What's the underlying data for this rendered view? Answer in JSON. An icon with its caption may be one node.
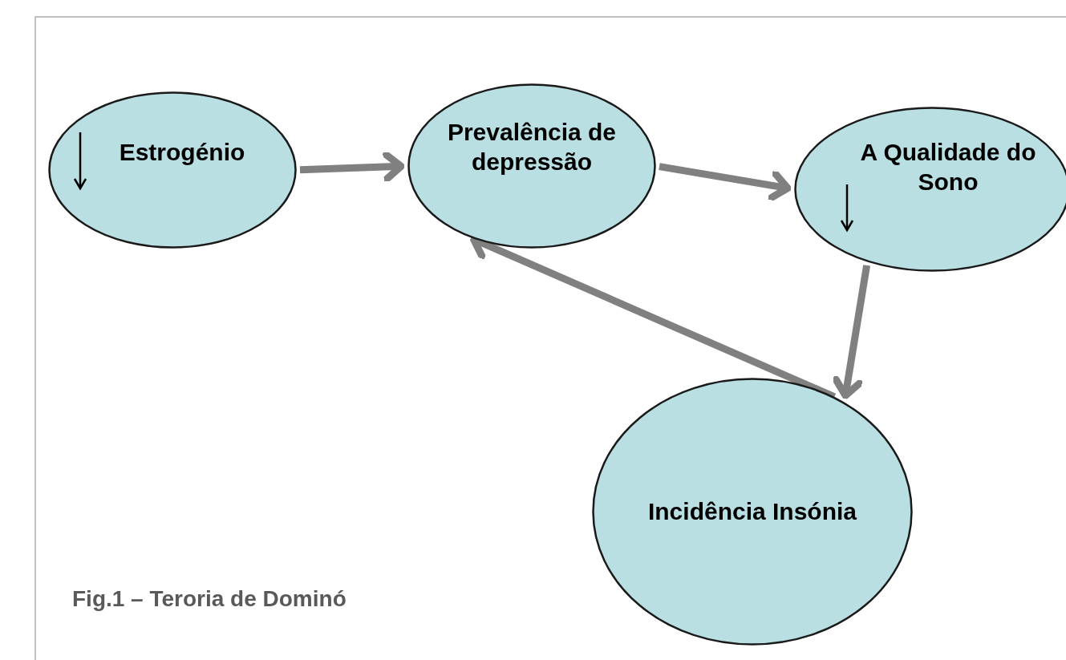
{
  "diagram": {
    "caption": "Fig.1 – Teroria de Dominó",
    "nodes": [
      {
        "text": [
          "Estrogénio"
        ]
      },
      {
        "text": [
          "Prevalência de depressão"
        ]
      },
      {
        "text": [
          "A Qualidade do Sono"
        ]
      },
      {
        "text": [
          "Incidência Insónia"
        ]
      }
    ],
    "edges": [
      {
        "from": 0,
        "to": 1,
        "arrow": "to"
      },
      {
        "from": 1,
        "to": 2,
        "arrow": "to"
      },
      {
        "from": 2,
        "to": 3,
        "arrow": "to"
      },
      {
        "from": 3,
        "to": 1,
        "arrow": "to"
      }
    ]
  }
}
